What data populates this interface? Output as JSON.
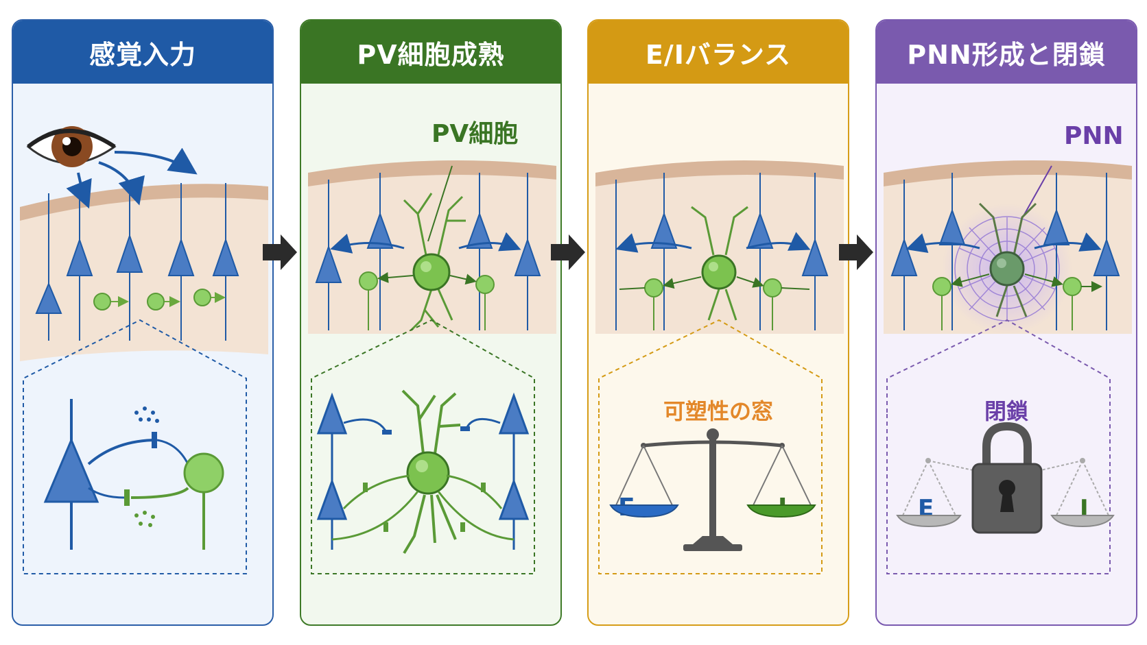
{
  "panels": [
    {
      "title": "感覚入力"
    },
    {
      "title": "PV細胞成熟",
      "callout": "PV細胞"
    },
    {
      "title": "E/Iバランス",
      "inset_label": "可塑性の窓",
      "scale_left": "E",
      "scale_right": "I"
    },
    {
      "title": "PNN形成と閉鎖",
      "callout": "PNN",
      "inset_label": "閉鎖",
      "scale_left": "E",
      "scale_right": "I"
    }
  ],
  "colors": {
    "blue": "#1f5aa6",
    "green": "#3a7524",
    "gold": "#d49a14",
    "purple": "#7a5aae",
    "neuron_blue": "#4a7cc4",
    "neuron_green": "#7cc24f",
    "pnn_purple": "#9a7fd6"
  },
  "icons": [
    "eye-icon",
    "arrow-right-icon",
    "balance-scale-icon",
    "padlock-icon"
  ]
}
